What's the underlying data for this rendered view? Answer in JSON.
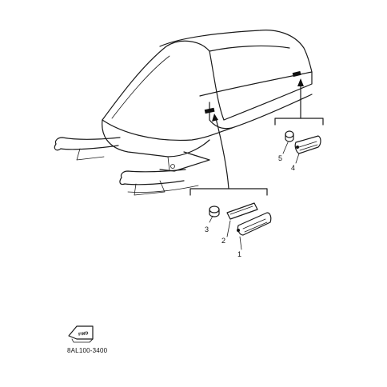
{
  "diagram": {
    "part_code": "8AL100-3400",
    "fwd_label": "FWD",
    "callouts": [
      "1",
      "2",
      "3",
      "4",
      "5"
    ]
  }
}
